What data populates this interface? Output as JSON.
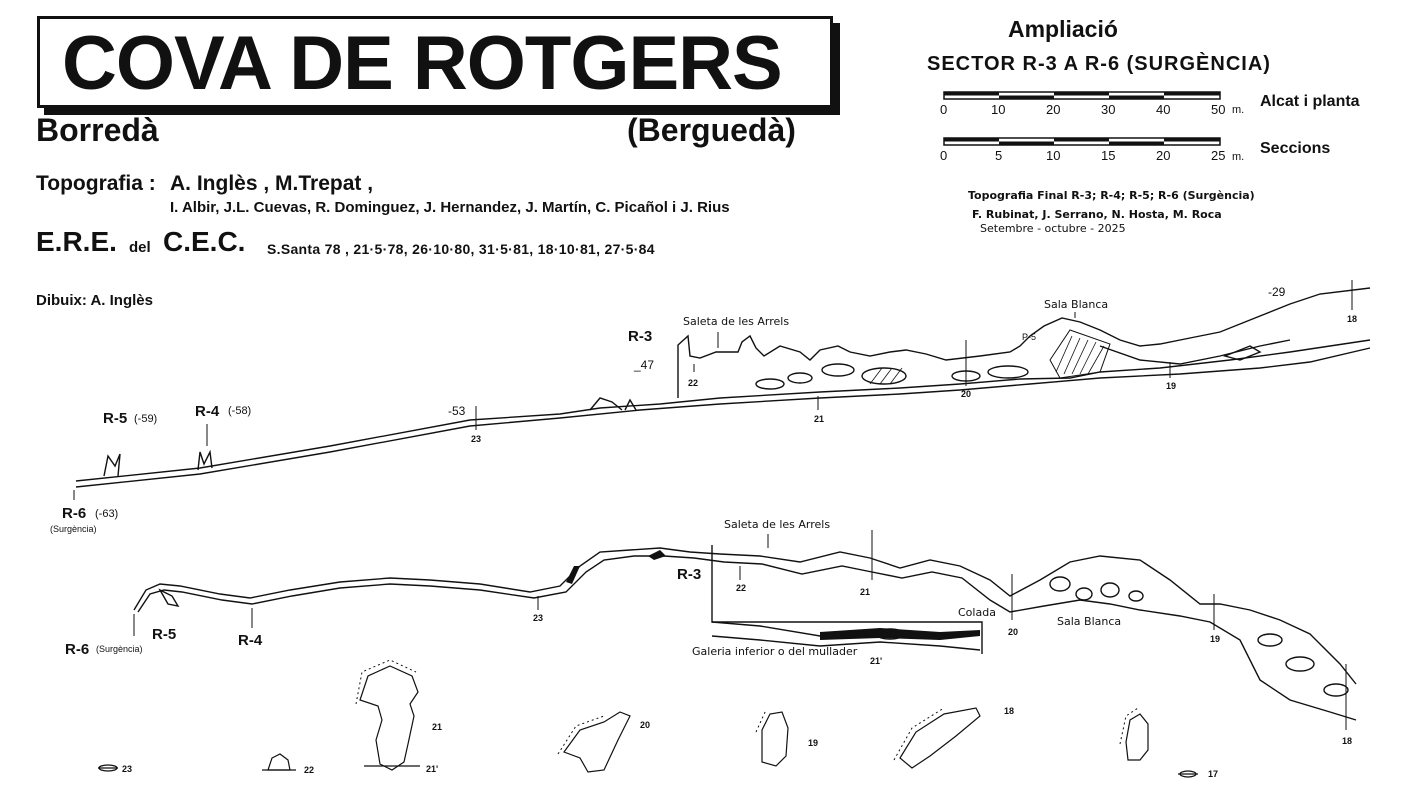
{
  "header": {
    "title": "COVA DE ROTGERS",
    "municipality": "Borredà",
    "region": "(Berguedà)",
    "topography_label": "Topografia :",
    "topography_main": "A. Inglès , M.Trepat ,",
    "topography_others": "I. Albir, J.L. Cuevas, R. Dominguez, J. Hernandez, J. Martín, C. Picañol  i  J. Rius",
    "ere": "E.R.E.",
    "del": "del",
    "cec": "C.E.C.",
    "dates": "S.Santa 78 ,  21·5·78,  26·10·80,  31·5·81,  18·10·81,  27·5·84",
    "drawing": "Dibuix:  A. Inglès"
  },
  "extension": {
    "title": "Ampliació",
    "sector": "SECTOR  R-3 A  R-6 (SURGÈNCIA)",
    "scale_plan_label": "Alcat i planta",
    "scale_plan_ticks": [
      "0",
      "10",
      "20",
      "30",
      "40",
      "50"
    ],
    "scale_plan_unit": "m.",
    "scale_section_label": "Seccions",
    "scale_section_ticks": [
      "0",
      "5",
      "10",
      "15",
      "20",
      "25"
    ],
    "scale_section_unit": "m.",
    "credit_line1": "Topografia Final R-3; R-4; R-5; R-6 (Surgència)",
    "credit_line2": "F. Rubinat, J. Serrano, N. Hosta, M. Roca",
    "credit_line3": "Setembre - octubre - 2025"
  },
  "profile": {
    "r3": "R-3",
    "r4": "R-4",
    "r4_depth": "(-58)",
    "r5": "R-5",
    "r5_depth": "(-59)",
    "r6": "R-6",
    "r6_depth": "(-63)",
    "r6_note": "(Surgència)",
    "depth_47": "_47",
    "depth_53": "-53",
    "depth_29": "-29",
    "p5": "P-5",
    "saleta": "Saleta de les Arrels",
    "sala_blanca": "Sala Blanca",
    "stations": [
      "22",
      "23",
      "21",
      "20",
      "19",
      "18"
    ]
  },
  "plan": {
    "r3": "R-3",
    "r4": "R-4",
    "r5": "R-5",
    "r6": "R-6",
    "r6_note": "(Surgència)",
    "saleta": "Saleta de les Arrels",
    "colada": "Colada",
    "sala_blanca": "Sala Blanca",
    "galeria": "Galeria inferior o del mullader",
    "stations": [
      "22",
      "21",
      "23",
      "20",
      "21'",
      "19",
      "18"
    ]
  },
  "sections": {
    "labels": [
      "23",
      "22",
      "21",
      "21'",
      "20",
      "19",
      "18",
      "17"
    ]
  }
}
